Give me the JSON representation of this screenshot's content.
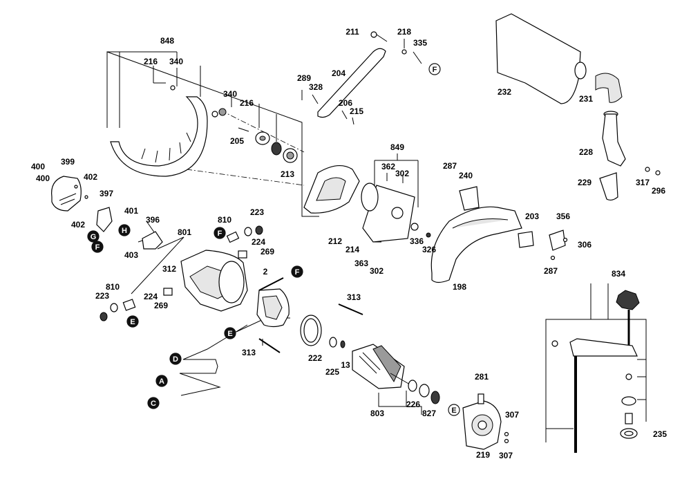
{
  "diagram": {
    "callouts": [
      "848",
      "216",
      "340",
      "340",
      "216",
      "205",
      "213",
      "211",
      "218",
      "335",
      "204",
      "289",
      "328",
      "206",
      "215",
      "232",
      "231",
      "228",
      "229",
      "317",
      "296",
      "400",
      "399",
      "400",
      "402",
      "397",
      "402",
      "401",
      "396",
      "403",
      "801",
      "810",
      "223",
      "224",
      "269",
      "312",
      "810",
      "223",
      "224",
      "269",
      "2",
      "313",
      "313",
      "222",
      "225",
      "13",
      "849",
      "362",
      "302",
      "212",
      "214",
      "363",
      "302",
      "336",
      "326",
      "287",
      "240",
      "203",
      "356",
      "306",
      "287",
      "198",
      "834",
      "281",
      "226",
      "827",
      "803",
      "219",
      "307",
      "307",
      "235"
    ],
    "ref_letters": [
      "F",
      "H",
      "G",
      "F",
      "F",
      "E",
      "F",
      "E",
      "D",
      "A",
      "C",
      "E"
    ]
  }
}
